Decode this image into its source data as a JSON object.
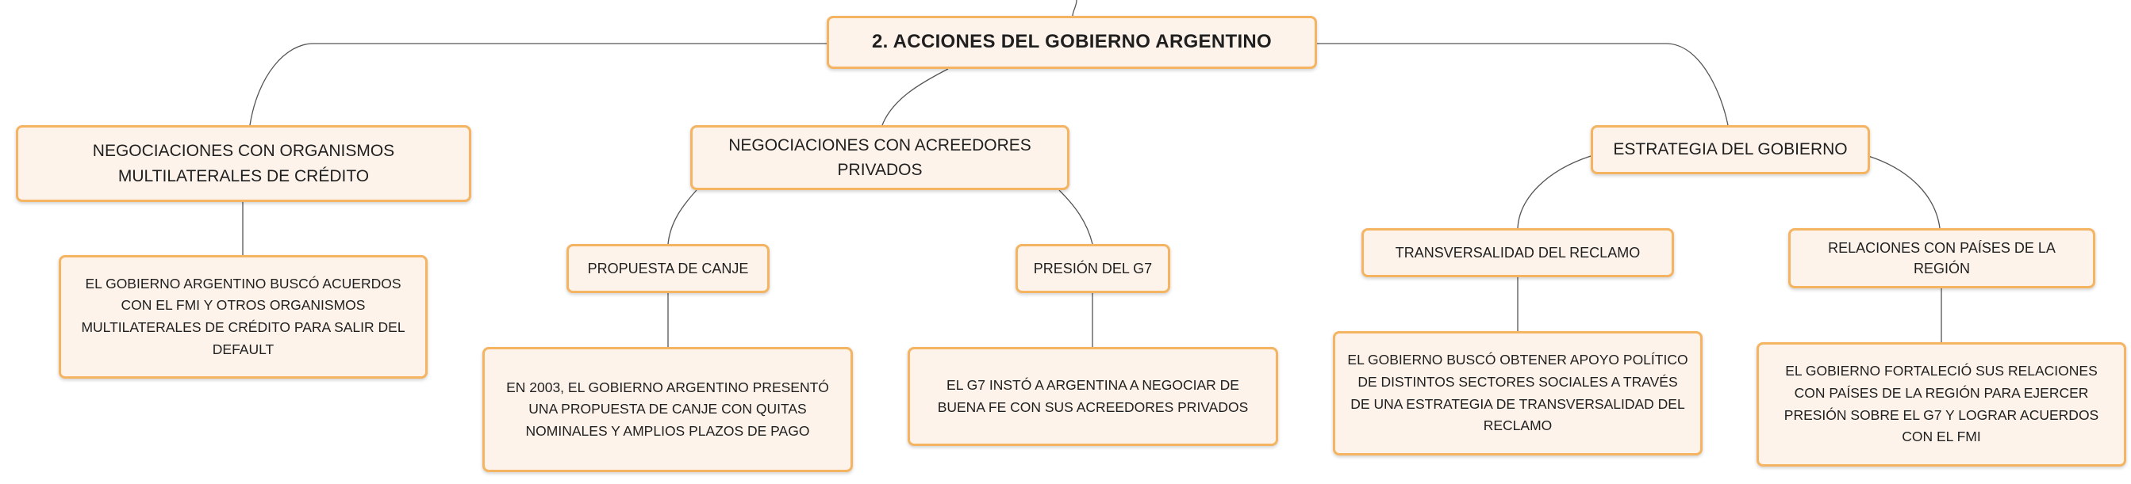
{
  "diagram": {
    "root": "2. ACCIONES DEL GOBIERNO ARGENTINO",
    "multilaterales": {
      "label": "NEGOCIACIONES CON ORGANISMOS MULTILATERALES DE CRÉDITO",
      "detail": "EL GOBIERNO ARGENTINO BUSCÓ ACUERDOS CON EL FMI Y OTROS ORGANISMOS MULTILATERALES DE CRÉDITO PARA SALIR DEL DEFAULT"
    },
    "acreedores": {
      "label": "NEGOCIACIONES CON ACREEDORES PRIVADOS",
      "canje": {
        "label": "PROPUESTA DE CANJE",
        "detail": "EN 2003, EL GOBIERNO ARGENTINO PRESENTÓ UNA PROPUESTA DE CANJE CON QUITAS NOMINALES Y AMPLIOS PLAZOS DE PAGO"
      },
      "g7": {
        "label": "PRESIÓN DEL G7",
        "detail": "EL G7 INSTÓ A ARGENTINA A NEGOCIAR DE BUENA FE CON SUS ACREEDORES PRIVADOS"
      }
    },
    "estrategia": {
      "label": "ESTRATEGIA DEL GOBIERNO",
      "transversalidad": {
        "label": "TRANSVERSALIDAD DEL RECLAMO",
        "detail": "EL GOBIERNO BUSCÓ OBTENER APOYO POLÍTICO DE DISTINTOS SECTORES SOCIALES A TRAVÉS DE UNA ESTRATEGIA DE TRANSVERSALIDAD DEL RECLAMO"
      },
      "region": {
        "label": "RELACIONES CON PAÍSES DE LA REGIÓN",
        "detail": "EL GOBIERNO FORTALECIÓ SUS RELACIONES CON PAÍSES DE LA REGIÓN PARA EJERCER PRESIÓN SOBRE EL G7 Y LOGRAR ACUERDOS CON EL FMI"
      }
    }
  }
}
